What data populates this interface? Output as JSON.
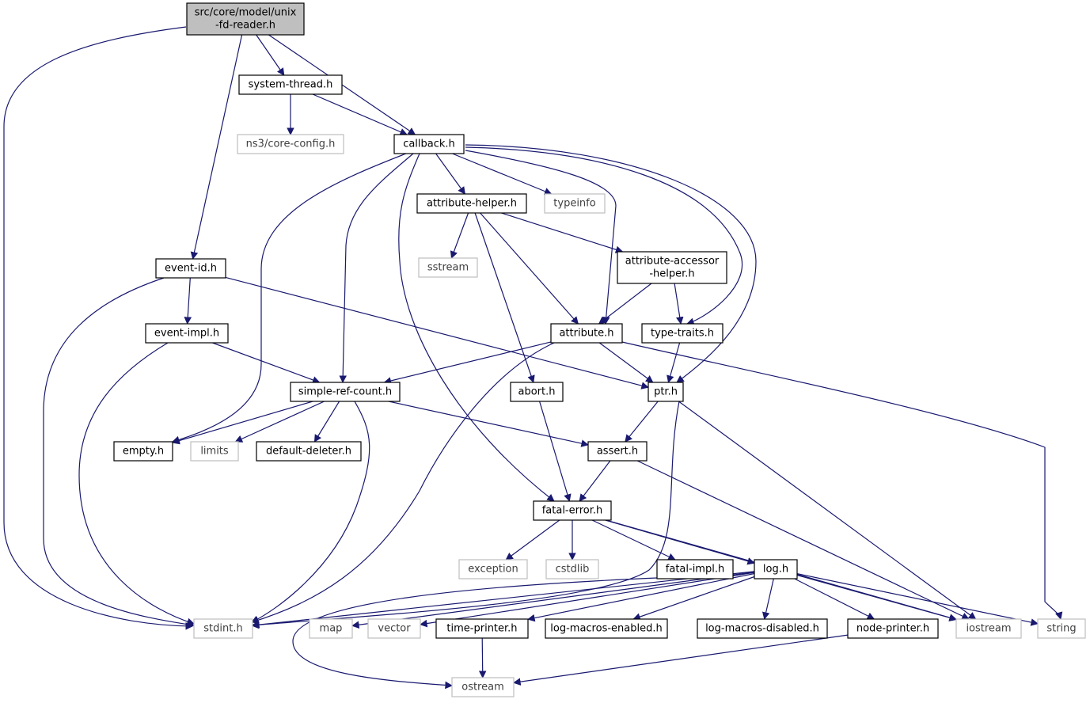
{
  "colors": {
    "edge": "#191970",
    "node_border": "#000000",
    "external_border": "#bfbfbf",
    "external_text": "#404040",
    "root_fill": "#bfbfbf",
    "fill": "#ffffff"
  },
  "nodes": [
    {
      "id": "root",
      "lines": [
        "src/core/model/unix",
        "-fd-reader.h"
      ],
      "kind": "root"
    },
    {
      "id": "system-thread",
      "lines": [
        "system-thread.h"
      ],
      "kind": "file"
    },
    {
      "id": "ns3-core-config",
      "lines": [
        "ns3/core-config.h"
      ],
      "kind": "external"
    },
    {
      "id": "callback",
      "lines": [
        "callback.h"
      ],
      "kind": "file"
    },
    {
      "id": "attribute-helper",
      "lines": [
        "attribute-helper.h"
      ],
      "kind": "file"
    },
    {
      "id": "typeinfo",
      "lines": [
        "typeinfo"
      ],
      "kind": "external"
    },
    {
      "id": "sstream",
      "lines": [
        "sstream"
      ],
      "kind": "external"
    },
    {
      "id": "attribute-accessor-helper",
      "lines": [
        "attribute-accessor",
        "-helper.h"
      ],
      "kind": "file"
    },
    {
      "id": "event-id",
      "lines": [
        "event-id.h"
      ],
      "kind": "file"
    },
    {
      "id": "event-impl",
      "lines": [
        "event-impl.h"
      ],
      "kind": "file"
    },
    {
      "id": "attribute",
      "lines": [
        "attribute.h"
      ],
      "kind": "file"
    },
    {
      "id": "type-traits",
      "lines": [
        "type-traits.h"
      ],
      "kind": "file"
    },
    {
      "id": "simple-ref-count",
      "lines": [
        "simple-ref-count.h"
      ],
      "kind": "file"
    },
    {
      "id": "abort",
      "lines": [
        "abort.h"
      ],
      "kind": "file"
    },
    {
      "id": "ptr",
      "lines": [
        "ptr.h"
      ],
      "kind": "file"
    },
    {
      "id": "empty",
      "lines": [
        "empty.h"
      ],
      "kind": "file"
    },
    {
      "id": "limits",
      "lines": [
        "limits"
      ],
      "kind": "external"
    },
    {
      "id": "default-deleter",
      "lines": [
        "default-deleter.h"
      ],
      "kind": "file"
    },
    {
      "id": "assert",
      "lines": [
        "assert.h"
      ],
      "kind": "file"
    },
    {
      "id": "fatal-error",
      "lines": [
        "fatal-error.h"
      ],
      "kind": "file"
    },
    {
      "id": "exception",
      "lines": [
        "exception"
      ],
      "kind": "external"
    },
    {
      "id": "cstdlib",
      "lines": [
        "cstdlib"
      ],
      "kind": "external"
    },
    {
      "id": "fatal-impl",
      "lines": [
        "fatal-impl.h"
      ],
      "kind": "file"
    },
    {
      "id": "log",
      "lines": [
        "log.h"
      ],
      "kind": "file"
    },
    {
      "id": "stdint",
      "lines": [
        "stdint.h"
      ],
      "kind": "external"
    },
    {
      "id": "map",
      "lines": [
        "map"
      ],
      "kind": "external"
    },
    {
      "id": "vector",
      "lines": [
        "vector"
      ],
      "kind": "external"
    },
    {
      "id": "time-printer",
      "lines": [
        "time-printer.h"
      ],
      "kind": "file"
    },
    {
      "id": "log-macros-enabled",
      "lines": [
        "log-macros-enabled.h"
      ],
      "kind": "file"
    },
    {
      "id": "log-macros-disabled",
      "lines": [
        "log-macros-disabled.h"
      ],
      "kind": "file"
    },
    {
      "id": "node-printer",
      "lines": [
        "node-printer.h"
      ],
      "kind": "file"
    },
    {
      "id": "iostream",
      "lines": [
        "iostream"
      ],
      "kind": "external"
    },
    {
      "id": "string",
      "lines": [
        "string"
      ],
      "kind": "external"
    },
    {
      "id": "ostream",
      "lines": [
        "ostream"
      ],
      "kind": "external"
    }
  ],
  "edges": [
    [
      "root",
      "stdint"
    ],
    [
      "root",
      "event-id"
    ],
    [
      "root",
      "system-thread"
    ],
    [
      "root",
      "callback"
    ],
    [
      "system-thread",
      "ns3-core-config"
    ],
    [
      "system-thread",
      "callback"
    ],
    [
      "callback",
      "attribute-helper"
    ],
    [
      "callback",
      "typeinfo"
    ],
    [
      "callback",
      "attribute"
    ],
    [
      "callback",
      "type-traits"
    ],
    [
      "callback",
      "ptr"
    ],
    [
      "callback",
      "simple-ref-count"
    ],
    [
      "callback",
      "empty"
    ],
    [
      "callback",
      "fatal-error"
    ],
    [
      "attribute-helper",
      "sstream"
    ],
    [
      "attribute-helper",
      "attribute-accessor-helper"
    ],
    [
      "attribute-helper",
      "attribute"
    ],
    [
      "attribute-helper",
      "abort"
    ],
    [
      "attribute-accessor-helper",
      "attribute"
    ],
    [
      "attribute-accessor-helper",
      "type-traits"
    ],
    [
      "event-id",
      "event-impl"
    ],
    [
      "event-id",
      "ptr"
    ],
    [
      "event-id",
      "stdint"
    ],
    [
      "event-impl",
      "simple-ref-count"
    ],
    [
      "event-impl",
      "stdint"
    ],
    [
      "attribute",
      "simple-ref-count"
    ],
    [
      "attribute",
      "ptr"
    ],
    [
      "attribute",
      "string"
    ],
    [
      "attribute",
      "stdint"
    ],
    [
      "type-traits",
      "ptr"
    ],
    [
      "simple-ref-count",
      "empty"
    ],
    [
      "simple-ref-count",
      "limits"
    ],
    [
      "simple-ref-count",
      "default-deleter"
    ],
    [
      "simple-ref-count",
      "assert"
    ],
    [
      "simple-ref-count",
      "stdint"
    ],
    [
      "abort",
      "fatal-error"
    ],
    [
      "ptr",
      "assert"
    ],
    [
      "ptr",
      "iostream"
    ],
    [
      "ptr",
      "stdint"
    ],
    [
      "assert",
      "fatal-error"
    ],
    [
      "assert",
      "iostream"
    ],
    [
      "fatal-error",
      "exception"
    ],
    [
      "fatal-error",
      "cstdlib"
    ],
    [
      "fatal-error",
      "fatal-impl"
    ],
    [
      "fatal-error",
      "log"
    ],
    [
      "fatal-error",
      "iostream"
    ],
    [
      "fatal-impl",
      "ostream"
    ],
    [
      "log",
      "stdint"
    ],
    [
      "log",
      "map"
    ],
    [
      "log",
      "vector"
    ],
    [
      "log",
      "time-printer"
    ],
    [
      "log",
      "log-macros-enabled"
    ],
    [
      "log",
      "log-macros-disabled"
    ],
    [
      "log",
      "node-printer"
    ],
    [
      "log",
      "iostream"
    ],
    [
      "log",
      "string"
    ],
    [
      "time-printer",
      "ostream"
    ],
    [
      "node-printer",
      "ostream"
    ]
  ]
}
